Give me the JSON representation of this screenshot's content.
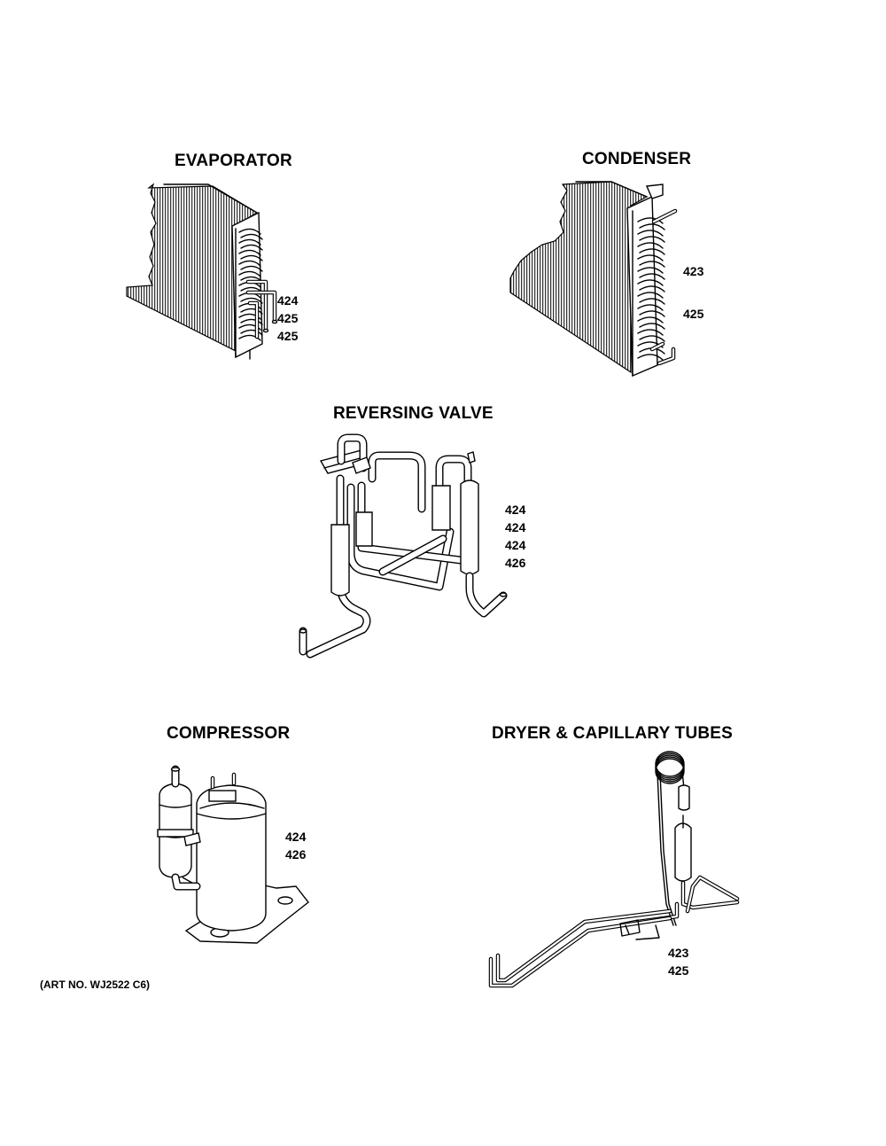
{
  "sections": {
    "evaporator": {
      "title": "EVAPORATOR",
      "parts": [
        "424",
        "425",
        "425"
      ]
    },
    "condenser": {
      "title": "CONDENSER",
      "parts": [
        "423",
        "425"
      ]
    },
    "reversing_valve": {
      "title": "REVERSING VALVE",
      "parts": [
        "424",
        "424",
        "424",
        "426"
      ]
    },
    "compressor": {
      "title": "COMPRESSOR",
      "parts": [
        "424",
        "426"
      ]
    },
    "dryer": {
      "title": "DRYER & CAPILLARY TUBES",
      "parts": [
        "423",
        "425"
      ]
    }
  },
  "art_number": "(ART NO. WJ2522 C6)"
}
